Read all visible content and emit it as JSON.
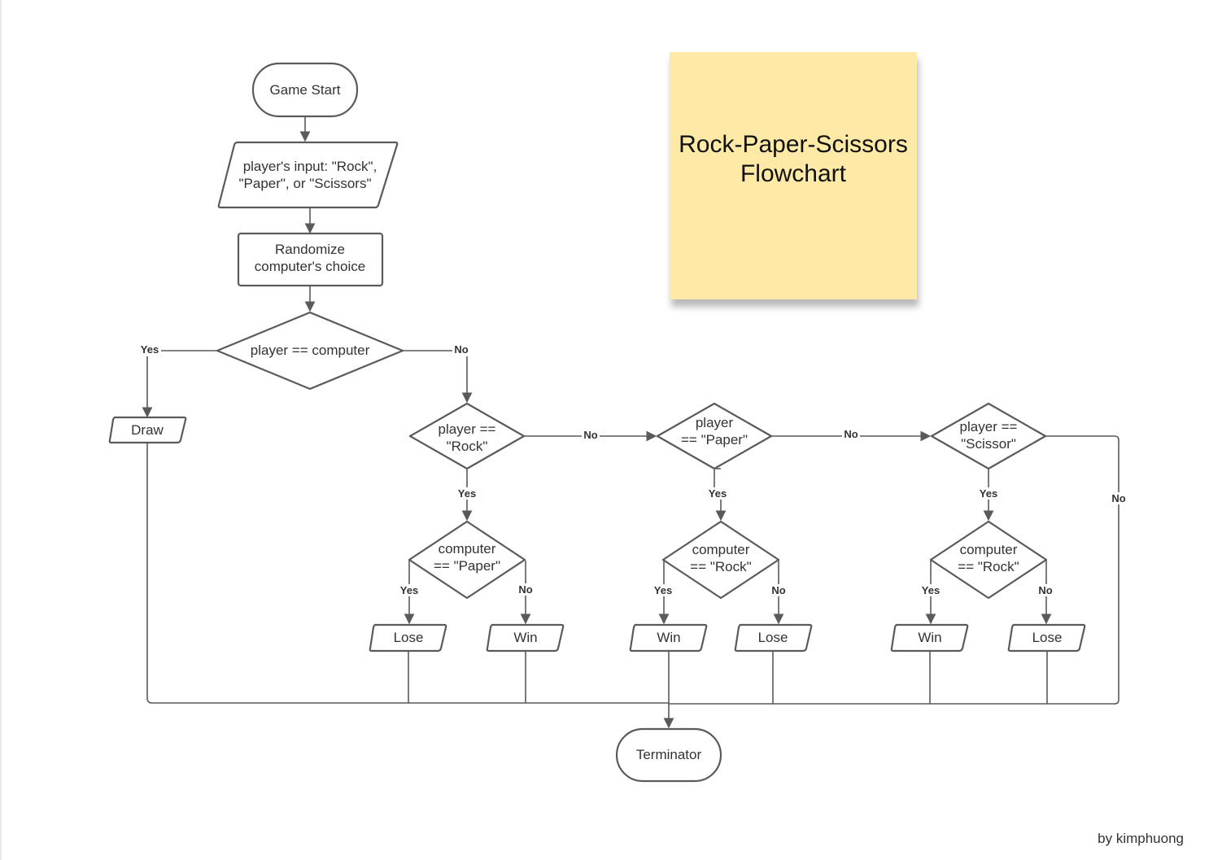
{
  "title": "Rock-Paper-Scissors\nFlowchart",
  "credit": "by kimphuong",
  "nodes": {
    "start": "Game Start",
    "input": [
      "player's input: \"Rock\",",
      "\"Paper\", or \"Scissors\""
    ],
    "randomize": [
      "Randomize",
      "computer's choice"
    ],
    "check_equal": "player == computer",
    "draw": "Draw",
    "check_rock": [
      "player ==",
      "\"Rock\""
    ],
    "check_paper": [
      "player",
      "== \"Paper\""
    ],
    "check_scissor": [
      "player ==",
      "\"Scissor\""
    ],
    "comp_paper": [
      "computer",
      "== \"Paper\""
    ],
    "comp_rock_1": [
      "computer",
      "== \"Rock\""
    ],
    "comp_rock_2": [
      "computer",
      "== \"Rock\""
    ],
    "rock_lose": "Lose",
    "rock_win": "Win",
    "paper_win": "Win",
    "paper_lose": "Lose",
    "scissor_win": "Win",
    "scissor_lose": "Lose",
    "end": "Terminator"
  },
  "edge_labels": {
    "equal_yes": "Yes",
    "equal_no": "No",
    "rock_no": "No",
    "paper_no": "No",
    "scissor_no": "No",
    "rock_yes": "Yes",
    "paper_yes": "Yes",
    "scissor_yes": "Yes",
    "comp_paper_yes": "Yes",
    "comp_paper_no": "No",
    "comp_rock_1_yes": "Yes",
    "comp_rock_1_no": "No",
    "comp_rock_2_yes": "Yes",
    "comp_rock_2_no": "No"
  },
  "colors": {
    "sticky_note": "#fee9a6",
    "stroke": "#5a5a5a",
    "text": "#333333"
  }
}
